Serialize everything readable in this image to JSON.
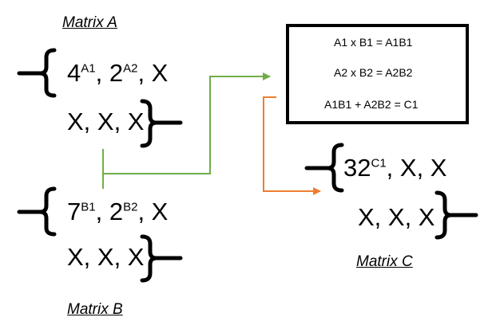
{
  "matrix_a": {
    "title": "Matrix A",
    "row1": {
      "v1": "4",
      "v1_sup": "A1",
      "sep1": ", ",
      "v2": "2",
      "v2_sup": "A2",
      "rest": ", X"
    },
    "row2": "X, X, X"
  },
  "matrix_b": {
    "title": "Matrix B",
    "row1": {
      "v1": "7",
      "v1_sup": "B1",
      "sep1": ", ",
      "v2": "2",
      "v2_sup": "B2",
      "rest": ", X"
    },
    "row2": "X, X, X"
  },
  "matrix_c": {
    "title": "Matrix C",
    "row1": {
      "v1": "32",
      "v1_sup": "C1",
      "rest": ", X, X"
    },
    "row2": "X, X, X"
  },
  "formula_box": {
    "line1": "A1 x B1 = A1B1",
    "line2": "A2 x B2 = A2B2",
    "line3": "A1B1 + A2B2 = C1"
  },
  "colors": {
    "green_arrow": "#70ad47",
    "orange_arrow": "#ed7d31"
  }
}
